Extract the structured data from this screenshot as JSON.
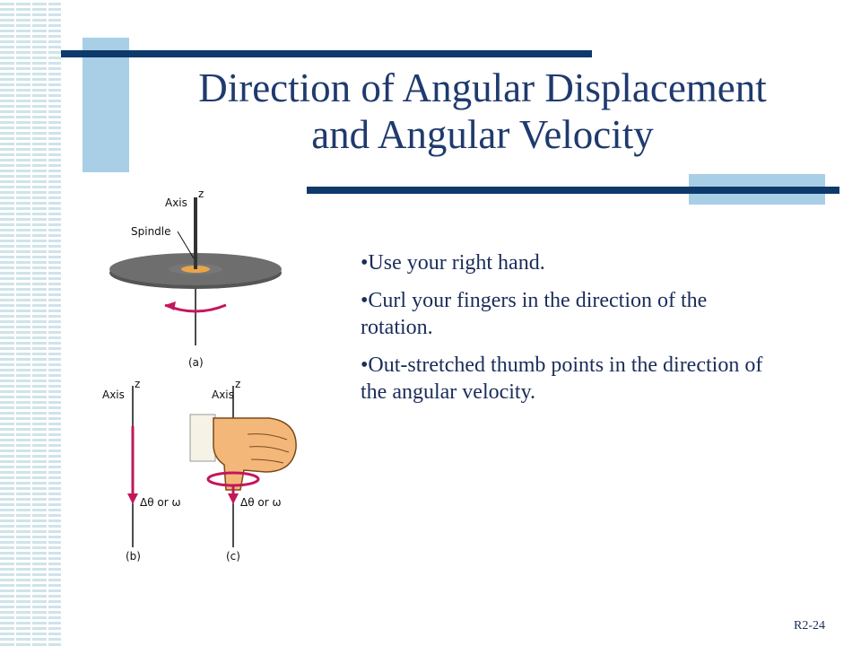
{
  "slide": {
    "title_line1": "Direction of Angular Displacement",
    "title_line2": "and Angular Velocity",
    "bullets": [
      "•Use your right hand.",
      "•Curl your fingers in the direction of the rotation.",
      "•Out-stretched thumb points in the direction of the angular velocity."
    ],
    "slide_number": "R2-24"
  },
  "figure": {
    "axis_label": "Axis",
    "spindle_label": "Spindle",
    "z_label": "z",
    "caption_a": "(a)",
    "caption_b": "(b)",
    "caption_c": "(c)",
    "vector_label": "Δθ or ω"
  },
  "colors": {
    "title": "#1f3a6e",
    "bar": "#0d3a6b",
    "accent_block": "#a8cfe6",
    "arrow": "#c2185b"
  }
}
